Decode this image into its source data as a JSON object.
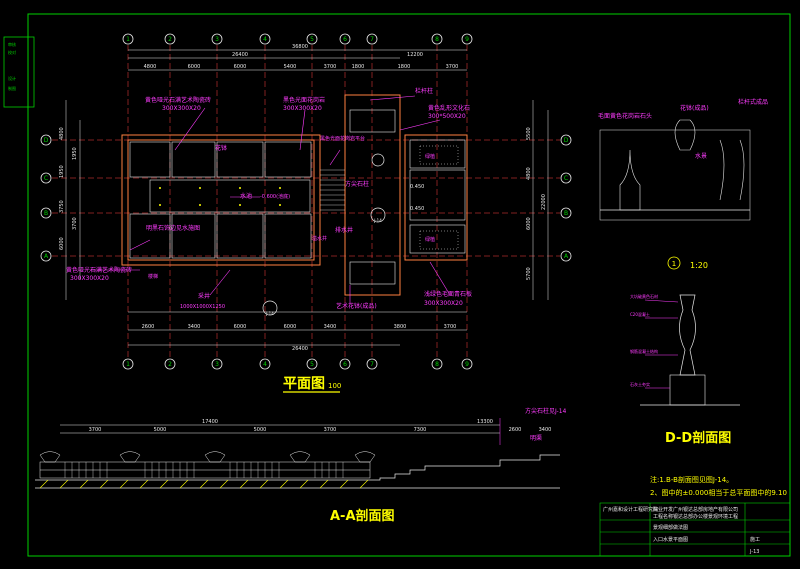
{
  "plan": {
    "title": "平面图",
    "scale": "100",
    "dims_top_total": [
      "26400",
      "36800"
    ],
    "dims_top_segments": [
      "4800",
      "6000",
      "6000",
      "5400",
      "3700",
      "1800",
      "1800",
      "3700"
    ],
    "dims_bottom_segments": [
      "2600",
      "3400",
      "6000",
      "6000",
      "3400",
      "3800",
      "3700"
    ],
    "dims_bottom_total": "26400",
    "dims_left": [
      "4800",
      "1950",
      "3750",
      "6000",
      "1950",
      "3700"
    ],
    "dims_right": [
      "5500",
      "22000",
      "4800",
      "6000",
      "5700"
    ],
    "axis_x": [
      "1",
      "2",
      "3",
      "4",
      "5",
      "6",
      "7",
      "8",
      "9"
    ],
    "axis_y": [
      "A",
      "B",
      "C",
      "D"
    ],
    "labels": {
      "tile_yellow": "黄色哑光石满艺术陶瓷砖",
      "tile_yellow_size": "300X300X20",
      "granite_black": "黑色光面花岗岩",
      "granite_black_size": "300X300X20",
      "railing": "栏杆柱",
      "culture_stone": "黄色乱形文化石",
      "culture_stone_size": "300*500X20",
      "flower_pot": "花钵",
      "granite_step": "黑色光面花岗岩平台",
      "pool": "水池",
      "pool_level": "-0.600(池底)",
      "stone_pillar": "方尖石柱",
      "drain_pipe": "排水井",
      "weir": "溢水井",
      "overflow": "明黑石饰边见水施图",
      "tile_yellow_2": "黄色哑光石满艺术陶瓷砖",
      "tile_yellow_2_size": "300X300X20",
      "drain": "采井",
      "drain_size": "1000X1000X1250",
      "sculpture": "艺术花钵(成品)",
      "green_granite": "浅绿色毛面青石板",
      "green_granite_size": "300X300X20",
      "stairs": "楼梯",
      "flower": "绿植",
      "level_1": "0.450",
      "level_2": "0.450",
      "section_ref": "J-14"
    }
  },
  "section_aa": {
    "title": "A-A剖面图",
    "dims": [
      "17400",
      "3700",
      "5000",
      "5000",
      "3700",
      "7300",
      "13300",
      "2600",
      "3400"
    ],
    "note_top": "方尖石柱见J-14",
    "note_right": "明渠"
  },
  "section_dd": {
    "title": "D-D剖面图",
    "detail_scale": "1:20",
    "detail_num": "1",
    "labels": {
      "railing": "栏杆式成品",
      "granite": "毛面黄色花岗岩石头",
      "flower_pot": "花钵(成品)",
      "pool": "水景",
      "d1": "大坑破黄色石材",
      "d2": "C20混凝土",
      "d3": "钢筋混凝土结构",
      "d4": "石灰土夯实"
    }
  },
  "notes": {
    "line1": "注:1.B-B剖面图见图J-14。",
    "line2": "2、图中的±0.000相当于总平面图中的9.10"
  },
  "title_block": {
    "company": "广州嘉和设计工程研究院",
    "client": "商业开发广州银达总部房地产有限公司",
    "project": "工程名称银达总部办公楼景观环境工程",
    "drawing": "景观细部做法图",
    "item": "入口水景平面图",
    "phase": "施工",
    "sheet": "J-13"
  },
  "left_legend": [
    "审核",
    "校对",
    "设计",
    "制图"
  ],
  "colors": {
    "bg": "#000000",
    "magenta": "#ff3cff",
    "yellow": "#ffff00",
    "white": "#e8e8e8",
    "cyan": "#00e0e0",
    "green": "#00d000",
    "red": "#ff4040"
  }
}
